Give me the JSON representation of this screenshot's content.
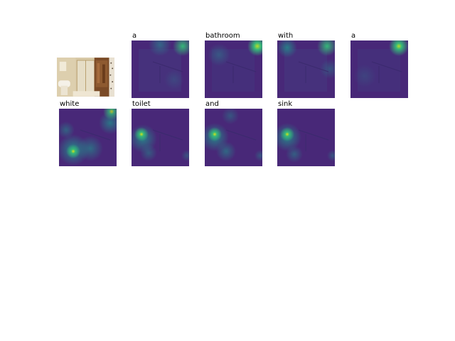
{
  "panels": [
    {
      "kind": "photo",
      "word": ""
    },
    {
      "kind": "attention",
      "word": "a"
    },
    {
      "kind": "attention",
      "word": "bathroom"
    },
    {
      "kind": "attention",
      "word": "with"
    },
    {
      "kind": "attention",
      "word": "a"
    },
    {
      "kind": "attention",
      "word": "white"
    },
    {
      "kind": "attention",
      "word": "toilet"
    },
    {
      "kind": "attention",
      "word": "and"
    },
    {
      "kind": "attention",
      "word": "sink"
    }
  ]
}
